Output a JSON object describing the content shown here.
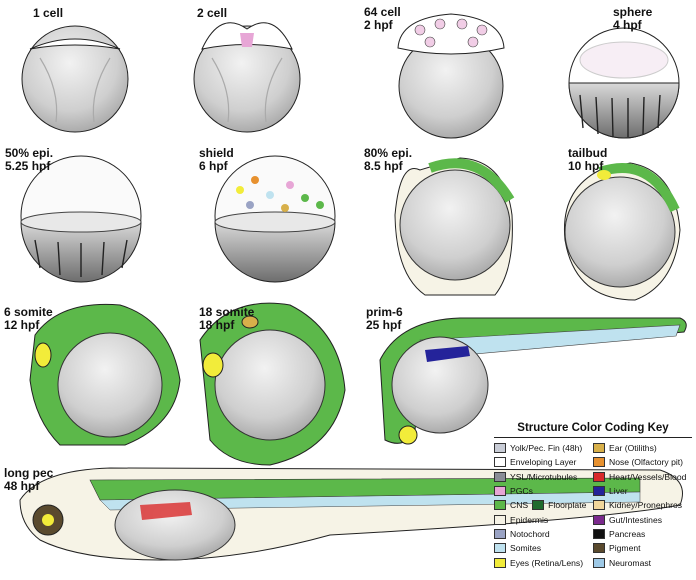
{
  "stages": {
    "s1": {
      "line1": "1 cell",
      "line2": ""
    },
    "s2": {
      "line1": "2 cell",
      "line2": ""
    },
    "s3": {
      "line1": "64 cell",
      "line2": "2 hpf"
    },
    "s4": {
      "line1": "sphere",
      "line2": "4 hpf"
    },
    "s5": {
      "line1": "50% epi.",
      "line2": "5.25 hpf"
    },
    "s6": {
      "line1": "shield",
      "line2": "6 hpf"
    },
    "s7": {
      "line1": "80% epi.",
      "line2": "8.5 hpf"
    },
    "s8": {
      "line1": "tailbud",
      "line2": "10 hpf"
    },
    "s9": {
      "line1": "6 somite",
      "line2": "12 hpf"
    },
    "s10": {
      "line1": "18 somite",
      "line2": "18 hpf"
    },
    "s11": {
      "line1": "prim-6",
      "line2": "25 hpf"
    },
    "s12": {
      "line1": "long pec",
      "line2": "48 hpf"
    }
  },
  "legend": {
    "title": "Structure Color Coding Key",
    "left": [
      {
        "label": "Yolk/Pec. Fin (48h)",
        "color": "#c8ccd6"
      },
      {
        "label": "Enveloping Layer",
        "color": "#ffffff"
      },
      {
        "label": "YSL/Microtubules",
        "color": "#8a8d96"
      },
      {
        "label": "PGCs",
        "color": "#e7a6d6"
      },
      {
        "label": "CNS",
        "color": "#5cb84a",
        "label2": "Floorplate",
        "color2": "#1f6b2e"
      },
      {
        "label": "Epidermis",
        "color": "#f6f3e6"
      },
      {
        "label": "Notochord",
        "color": "#9aa3c4"
      },
      {
        "label": "Somites",
        "color": "#bfe2ef"
      },
      {
        "label": "Eyes (Retina/Lens)",
        "color": "#f2ec3a"
      }
    ],
    "right": [
      {
        "label": "Ear (Otiliths)",
        "color": "#d8b04a"
      },
      {
        "label": "Nose (Olfactory pit)",
        "color": "#e7912f"
      },
      {
        "label": "Heart/Vessels/Blood",
        "color": "#d92b2b"
      },
      {
        "label": "Liver",
        "color": "#24239a"
      },
      {
        "label": "Kidney/Pronephros",
        "color": "#f1d79b"
      },
      {
        "label": "Gut/Intestines",
        "color": "#7b2a8d"
      },
      {
        "label": "Pancreas",
        "color": "#111111"
      },
      {
        "label": "Pigment",
        "color": "#5a4a2e"
      },
      {
        "label": "Neuromast",
        "color": "#9ec9e6"
      }
    ]
  }
}
